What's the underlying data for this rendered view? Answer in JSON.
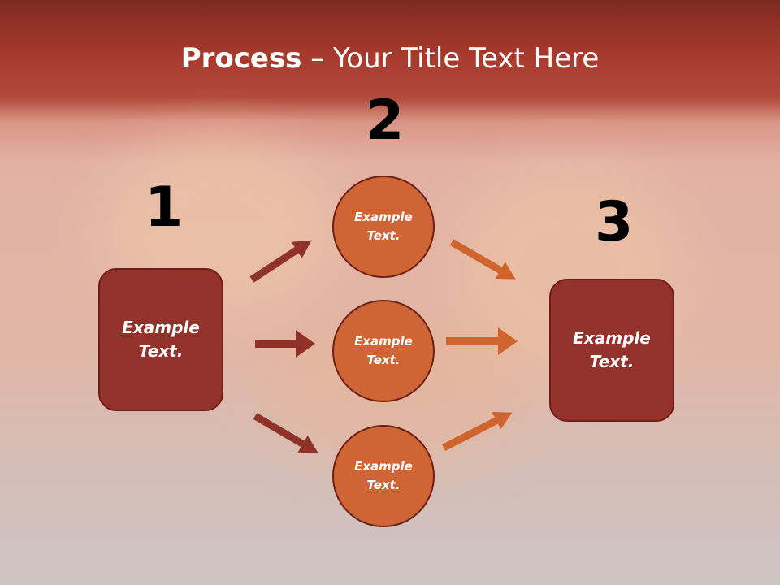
{
  "slide": {
    "title_bold": "Process",
    "title_rest": " – Your Title Text Here"
  },
  "steps": {
    "step1_number": "1",
    "step2_number": "2",
    "step3_number": "3"
  },
  "nodes": {
    "left_box_text": "Example\nText.",
    "circle_top_text": "Example\nText.",
    "circle_middle_text": "Example\nText.",
    "circle_bottom_text": "Example\nText.",
    "right_box_text": "Example\nText."
  },
  "colors": {
    "box_fill": "#92322a",
    "circle_fill": "#cf6535",
    "left_arrows": "#8f3228",
    "right_arrows": "#d0642e"
  }
}
